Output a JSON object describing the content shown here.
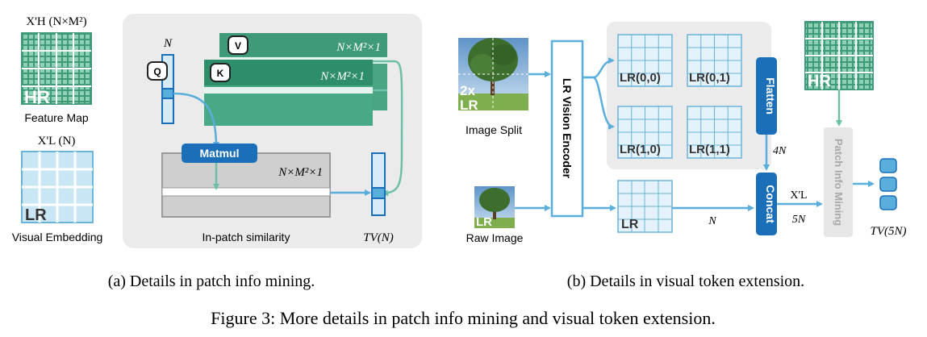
{
  "panel_a": {
    "hr_map_label": "X'H (N×M²)",
    "hr_tag": "HR",
    "feature_map_caption": "Feature Map",
    "lr_embed_label": "X'L (N)",
    "lr_tag": "LR",
    "visual_embedding_caption": "Visual Embedding",
    "n_label": "N",
    "q_label": "Q",
    "k_label": "K",
    "v_label": "V",
    "v_dims": "N×M²×1",
    "k_dims": "N×M²×1",
    "matmul_label": "Matmul",
    "sim_dims": "N×M²×1",
    "in_patch_caption": "In-patch similarity",
    "tv_label": "TV(N)",
    "caption": "(a) Details in patch info mining."
  },
  "panel_b": {
    "image_split_caption": "Image Split",
    "split_tag_2x": "2x",
    "split_tag_lr": "LR",
    "raw_image_caption": "Raw Image",
    "raw_tag": "LR",
    "encoder_label": "LR Vision Encoder",
    "grid_labels": [
      "LR(0,0)",
      "LR(0,1)",
      "LR(1,0)",
      "LR(1,1)"
    ],
    "flatten_label": "Flatten",
    "four_n": "4N",
    "lr_grid_label": "LR",
    "n_label": "N",
    "concat_label": "Concat",
    "xl_label": "X'L",
    "five_n": "5N",
    "hr_tag": "HR",
    "mining_label": "Patch Info Mining",
    "tv_label": "TV(5N)",
    "caption": "(b) Details in visual token extension."
  },
  "figure_caption": "Figure 3: More details in patch info mining and visual token extension.",
  "colors": {
    "hr_green": "#3f9a79",
    "hr_light": "#8fd1b4",
    "lr_blue": "#a8d6ee",
    "lr_border": "#6ab3d9",
    "accent_blue": "#1a6fb8",
    "teal_arrow": "#6fbfa8",
    "gray_panel": "#ebebeb"
  }
}
